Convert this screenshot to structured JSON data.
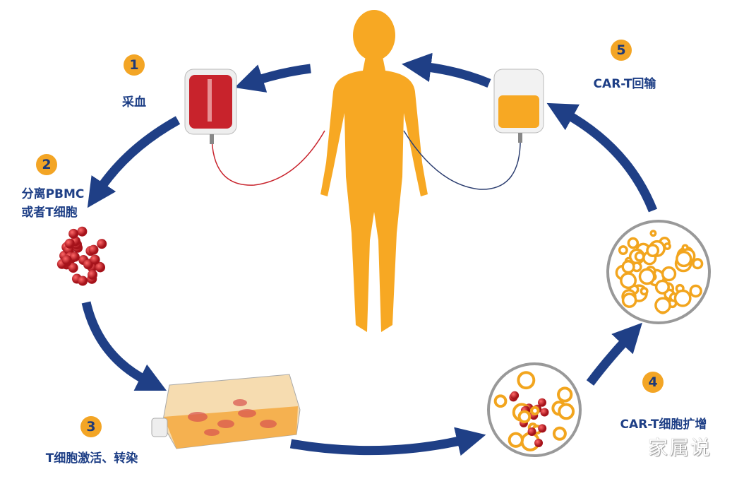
{
  "colors": {
    "arrow": "#1F3F86",
    "body": "#F7A823",
    "blood": "#C8232C",
    "text": "#1E3F86",
    "badge": "#F3A525"
  },
  "steps": [
    {
      "num": "1",
      "label": "采血"
    },
    {
      "num": "2",
      "label_lines": [
        "分离PBMC",
        "或者T细胞"
      ]
    },
    {
      "num": "3",
      "label": "T细胞激活、转染"
    },
    {
      "num": "4",
      "label": "CAR-T细胞扩增"
    },
    {
      "num": "5",
      "label": "CAR-T回输"
    }
  ],
  "watermark": "家属说"
}
